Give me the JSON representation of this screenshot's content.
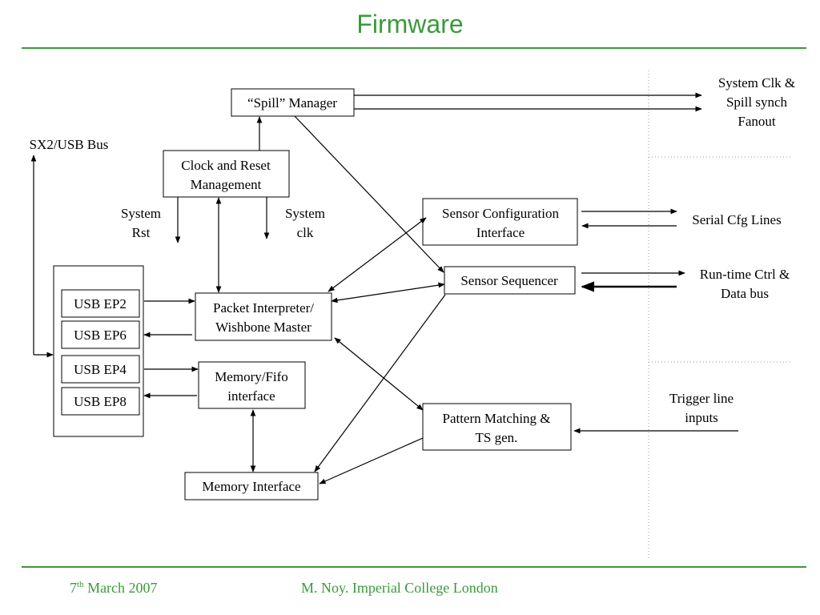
{
  "slide": {
    "title": "Firmware",
    "accent_color": "#3a9a3a"
  },
  "footer": {
    "date_day": "7",
    "date_suffix": "th",
    "date_rest": " March 2007",
    "author": "M. Noy. Imperial College London"
  },
  "blocks": {
    "spill_manager": "“Spill” Manager",
    "clock_reset": [
      "Clock and Reset",
      "Management"
    ],
    "sensor_config": [
      "Sensor Configuration",
      "Interface"
    ],
    "sensor_sequencer": "Sensor Sequencer",
    "packet_interpreter": [
      "Packet Interpreter/",
      "Wishbone Master"
    ],
    "memory_fifo": [
      "Memory/Fifo",
      "interface"
    ],
    "pattern_matching": [
      "Pattern Matching &",
      "TS gen."
    ],
    "memory_interface": "Memory Interface",
    "usb_ep2": "USB EP2",
    "usb_ep6": "USB EP6",
    "usb_ep4": "USB EP4",
    "usb_ep8": "USB EP8"
  },
  "labels": {
    "sx2_usb_bus": "SX2/USB Bus",
    "system_rst": [
      "System",
      "Rst"
    ],
    "system_clk": [
      "System",
      "clk"
    ],
    "fanout": [
      "System Clk &",
      "Spill synch",
      "Fanout"
    ],
    "serial_cfg": "Serial Cfg Lines",
    "runtime_ctrl": [
      "Run-time Ctrl &",
      "Data bus"
    ],
    "trigger": [
      "Trigger line",
      "inputs"
    ]
  }
}
